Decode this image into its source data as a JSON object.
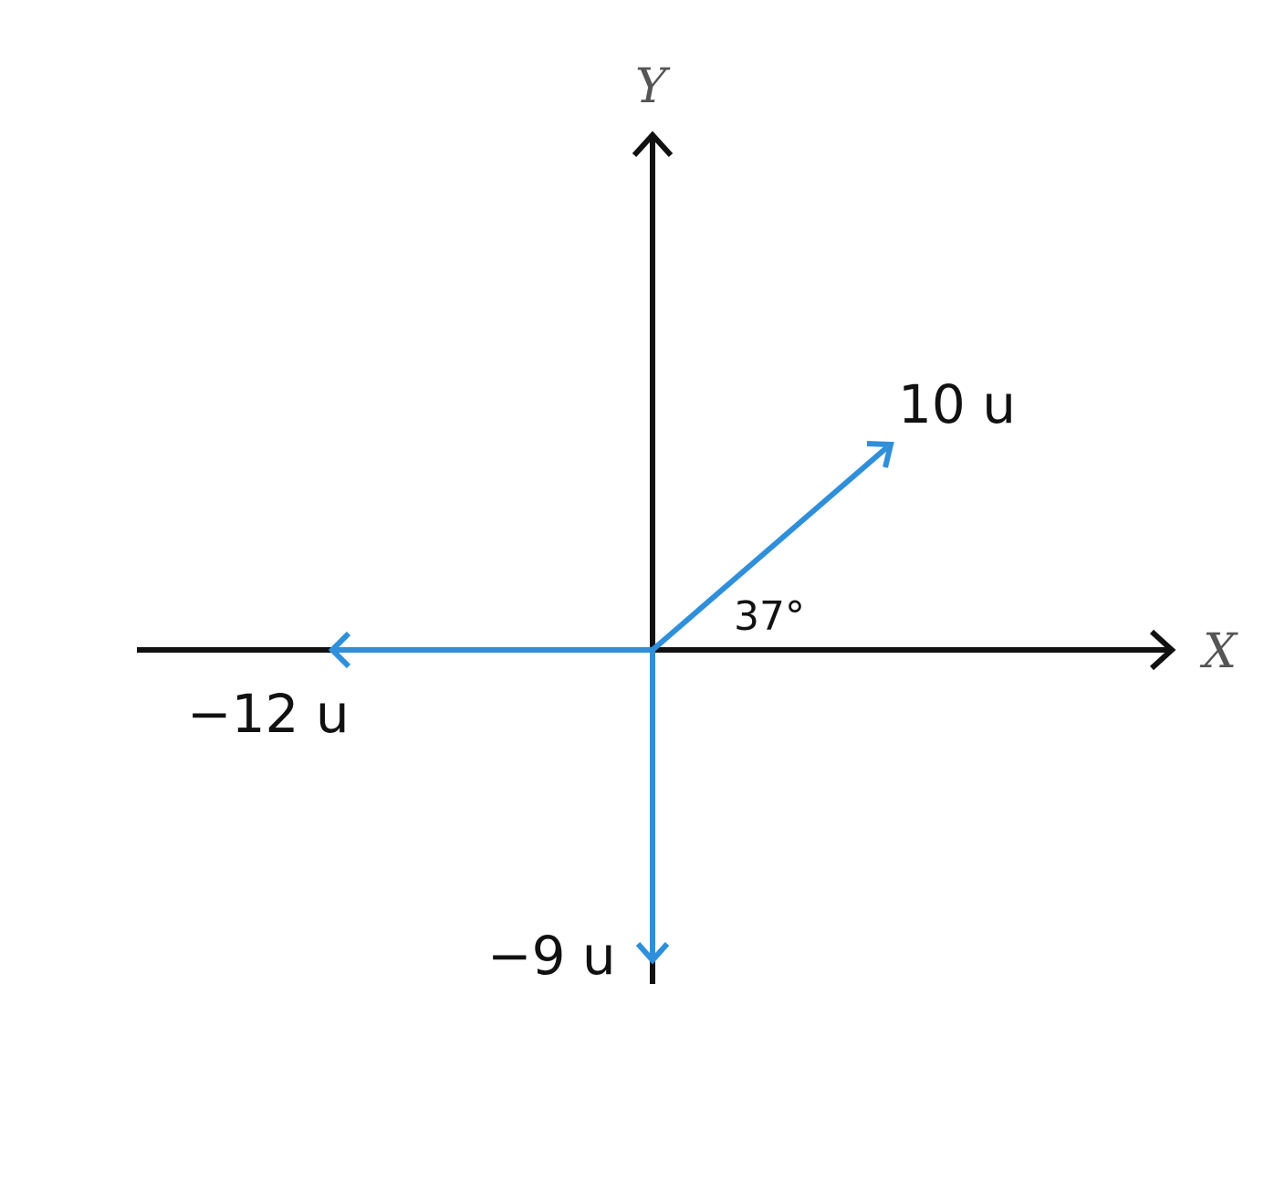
{
  "axes": {
    "x_label": "X",
    "y_label": "Y",
    "axis_color": "#111111"
  },
  "vectors": [
    {
      "id": "v1",
      "label": "10 u",
      "magnitude": 10,
      "angle_deg": 37
    },
    {
      "id": "v2",
      "label": "−12 u",
      "magnitude": 12,
      "angle_deg": 180
    },
    {
      "id": "v3",
      "label": "−9 u",
      "magnitude": 9,
      "angle_deg": 270
    }
  ],
  "angle_label": "37°",
  "vector_color": "#2f8fdb"
}
